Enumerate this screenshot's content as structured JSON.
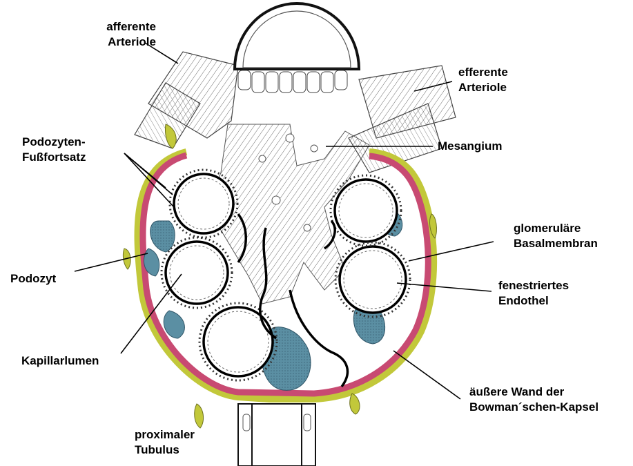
{
  "colors": {
    "podocyte": "#5b8fa3",
    "capsule": "#c84a72",
    "parietal": "#c2c83a",
    "membrane": "#000000",
    "tissue_line": "#555555",
    "background": "#ffffff"
  },
  "labels": {
    "afferent": [
      "afferente",
      "Arteriole"
    ],
    "efferent": [
      "efferente",
      "Arteriole"
    ],
    "podozyten_fuss": [
      "Podozyten-",
      "Fußfortsatz"
    ],
    "mesangium": [
      "Mesangium"
    ],
    "glom_basal": [
      "glomeruläre",
      "Basalmembran"
    ],
    "podozyt": [
      "Podozyt"
    ],
    "fenestriert": [
      "fenestriertes",
      "Endothel"
    ],
    "kapillarlumen": [
      "Kapillarlumen"
    ],
    "bowman": [
      "äußere Wand der",
      "Bowman´schen-Kapsel"
    ],
    "tubulus": [
      "proximaler",
      "Tubulus"
    ]
  }
}
